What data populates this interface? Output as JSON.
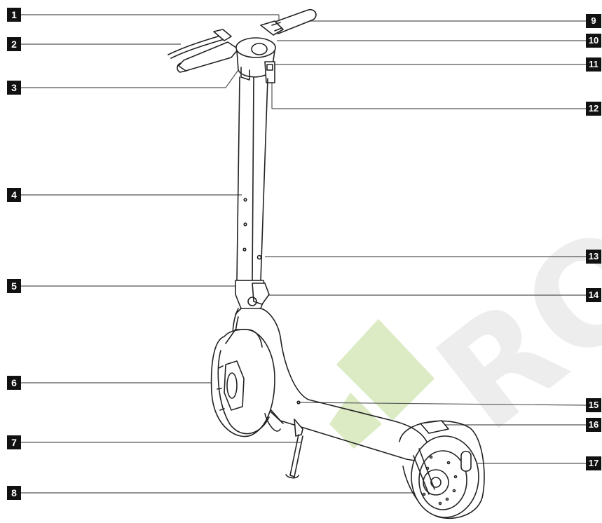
{
  "diagram": {
    "watermark": {
      "logo_color": "#dcebc4",
      "text": "ROP",
      "text_color": "#ececec"
    },
    "callouts": [
      {
        "number": "1"
      },
      {
        "number": "2"
      },
      {
        "number": "3"
      },
      {
        "number": "4"
      },
      {
        "number": "5"
      },
      {
        "number": "6"
      },
      {
        "number": "7"
      },
      {
        "number": "8"
      },
      {
        "number": "9"
      },
      {
        "number": "10"
      },
      {
        "number": "11"
      },
      {
        "number": "12"
      },
      {
        "number": "13"
      },
      {
        "number": "14"
      },
      {
        "number": "15"
      },
      {
        "number": "16"
      },
      {
        "number": "17"
      }
    ]
  }
}
